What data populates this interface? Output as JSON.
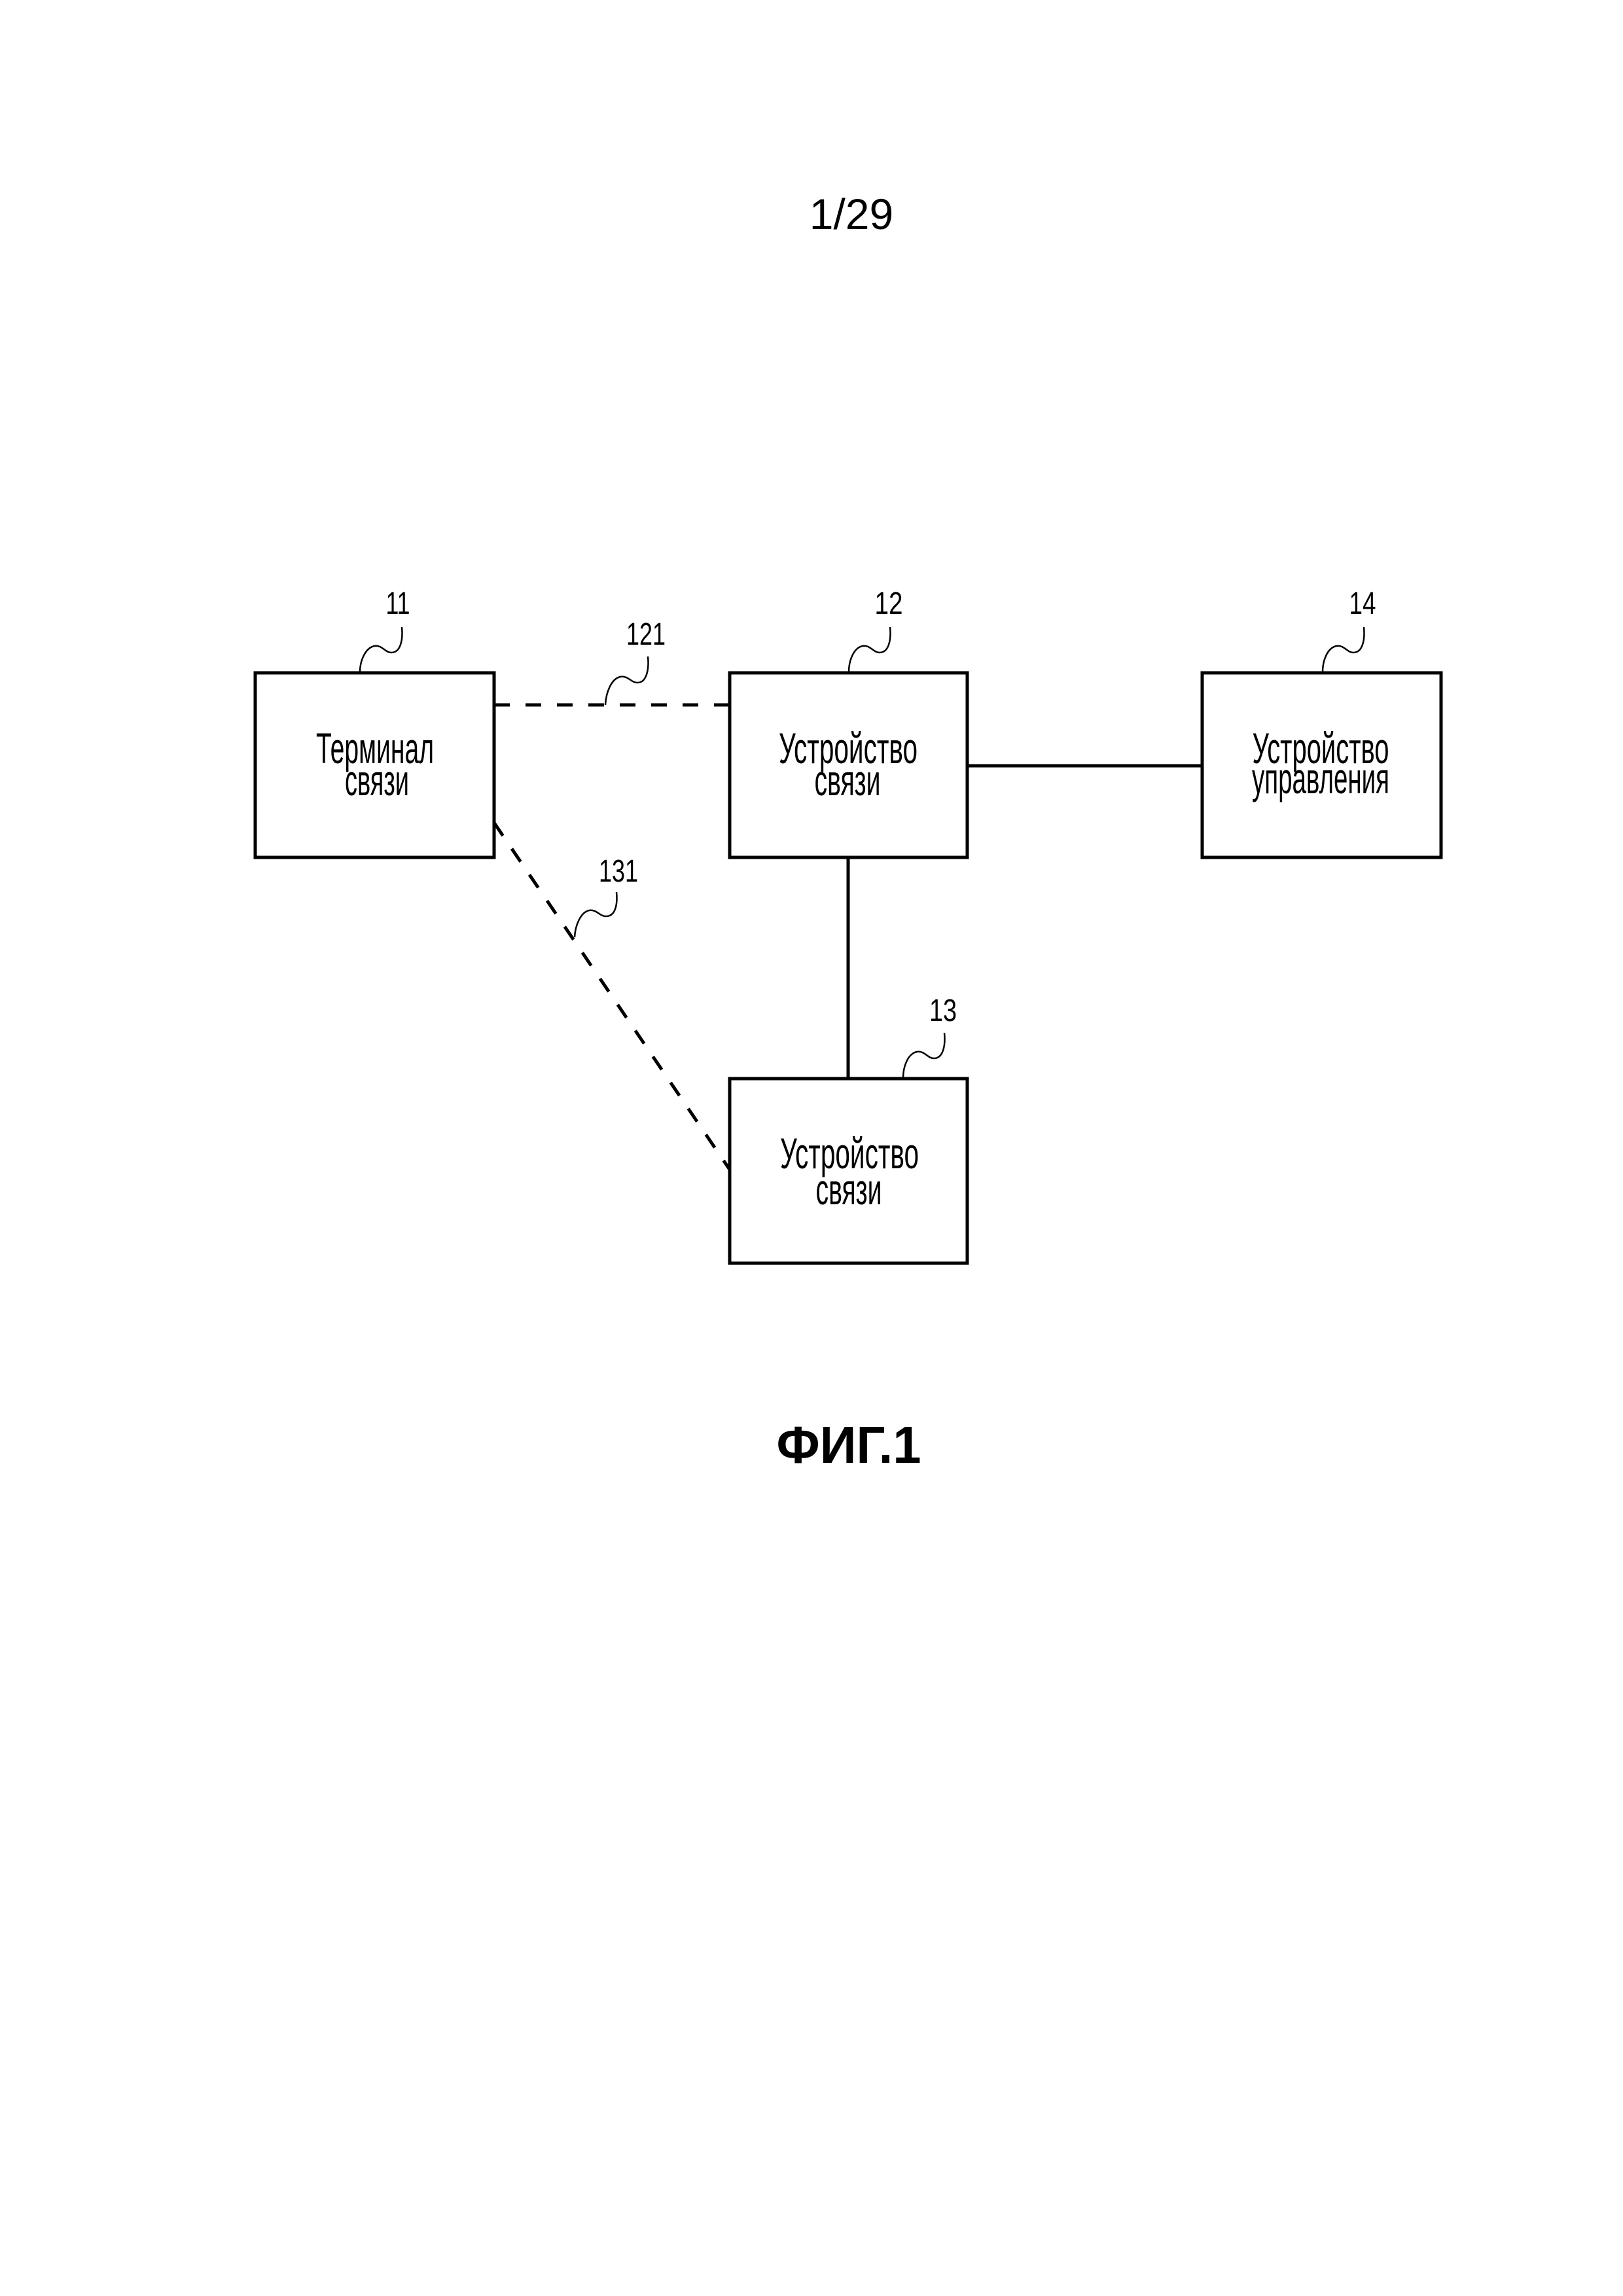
{
  "page": {
    "page_number": "1/29",
    "figure_caption": "ФИГ.1"
  },
  "diagram": {
    "nodes": [
      {
        "id": "11",
        "ref": "11",
        "lines": [
          "Терминал",
          "связи"
        ],
        "label": "Терминал связи"
      },
      {
        "id": "12",
        "ref": "12",
        "lines": [
          "Устройство",
          "связи"
        ],
        "label": "Устройство связи"
      },
      {
        "id": "13",
        "ref": "13",
        "lines": [
          "Устройство",
          "связи"
        ],
        "label": "Устройство связи"
      },
      {
        "id": "14",
        "ref": "14",
        "lines": [
          "Устройство",
          "управления"
        ],
        "label": "Устройство управления"
      }
    ],
    "links": [
      {
        "ref": "121",
        "from": "11",
        "to": "12",
        "style": "dashed"
      },
      {
        "ref": "131",
        "from": "11",
        "to": "13",
        "style": "dashed"
      },
      {
        "ref": "",
        "from": "12",
        "to": "14",
        "style": "solid"
      },
      {
        "ref": "",
        "from": "12",
        "to": "13",
        "style": "solid"
      }
    ]
  }
}
